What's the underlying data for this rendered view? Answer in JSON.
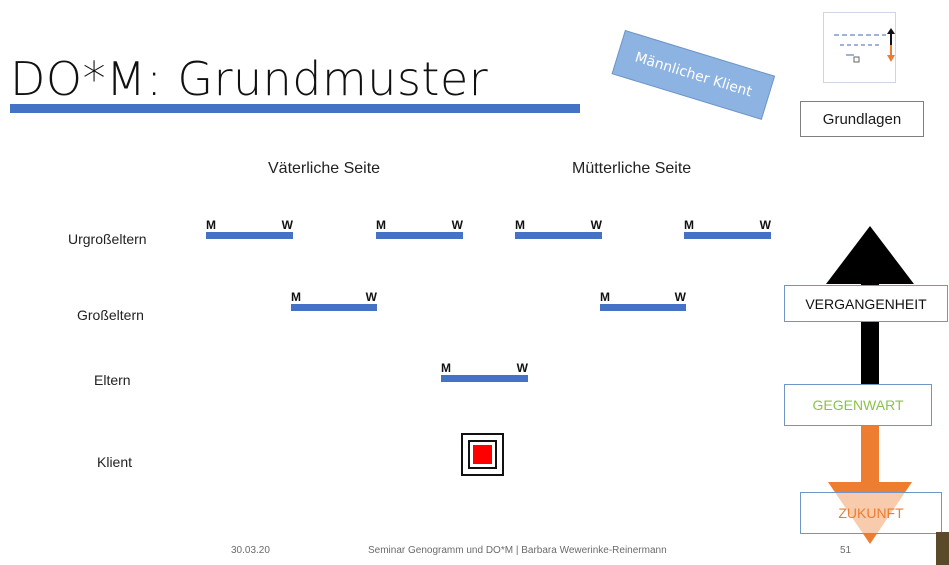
{
  "slide": {
    "title": "DO*M: Grundmuster",
    "sticker": "Männlicher Klient",
    "grundlagen_button": "Grundlagen",
    "paternal_side": "Väterliche Seite",
    "maternal_side": "Mütterliche Seite",
    "rows": {
      "great_grandparents": "Urgroßeltern",
      "grandparents": "Großeltern",
      "parents": "Eltern",
      "client": "Klient"
    },
    "male_marker": "M",
    "female_marker": "W"
  },
  "timeline": {
    "past": "VERGANGENHEIT",
    "present": "GEGENWART",
    "future": "ZUKUNFT"
  },
  "footer": {
    "date": "30.03.20",
    "center": "Seminar Genogramm und DO*M | Barbara Wewerinke-Reinermann",
    "page": "51"
  },
  "colors": {
    "accent_blue": "#4472c4",
    "sticker_blue": "#8db3e2",
    "present_green": "#8bc34a",
    "future_orange": "#ed7d31",
    "client_red": "#ff0000"
  }
}
